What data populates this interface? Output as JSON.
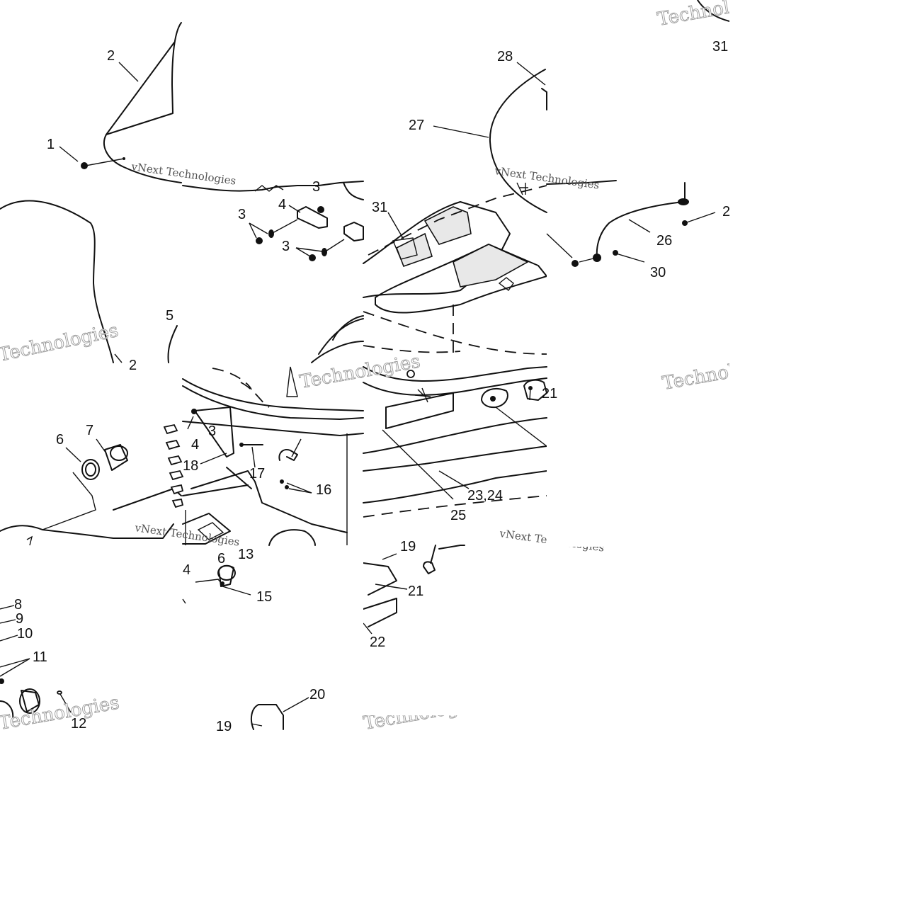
{
  "watermark": {
    "primary": "Technologies",
    "secondary": "vNext Technologies"
  },
  "callouts": [
    {
      "id": "c2",
      "text": "2"
    },
    {
      "id": "c1",
      "text": "1"
    },
    {
      "id": "c3a",
      "text": "3"
    },
    {
      "id": "c3b",
      "text": "3"
    },
    {
      "id": "c4a",
      "text": "4"
    },
    {
      "id": "c3c",
      "text": "3"
    },
    {
      "id": "c5",
      "text": "5"
    },
    {
      "id": "c28",
      "text": "28"
    },
    {
      "id": "c27",
      "text": "27"
    },
    {
      "id": "c31a",
      "text": "31"
    },
    {
      "id": "c31b",
      "text": "31"
    },
    {
      "id": "c26",
      "text": "26"
    },
    {
      "id": "c30",
      "text": "30"
    },
    {
      "id": "c2b",
      "text": "2"
    },
    {
      "id": "c6a",
      "text": "6"
    },
    {
      "id": "c7",
      "text": "7"
    },
    {
      "id": "c3d",
      "text": "3"
    },
    {
      "id": "c4b",
      "text": "4"
    },
    {
      "id": "c18",
      "text": "18"
    },
    {
      "id": "c17",
      "text": "17"
    },
    {
      "id": "c16",
      "text": "16"
    },
    {
      "id": "c21a",
      "text": "21"
    },
    {
      "id": "c2324",
      "text": "23,24"
    },
    {
      "id": "c25",
      "text": "25"
    },
    {
      "id": "c13",
      "text": "13"
    },
    {
      "id": "c6b",
      "text": "6"
    },
    {
      "id": "c4c",
      "text": "4"
    },
    {
      "id": "c15",
      "text": "15"
    },
    {
      "id": "c8",
      "text": "8"
    },
    {
      "id": "c9",
      "text": "9"
    },
    {
      "id": "c10",
      "text": "10"
    },
    {
      "id": "c11",
      "text": "11"
    },
    {
      "id": "c12",
      "text": "12"
    },
    {
      "id": "c19a",
      "text": "19"
    },
    {
      "id": "c20",
      "text": "20"
    },
    {
      "id": "c19b",
      "text": "19"
    },
    {
      "id": "c21b",
      "text": "21"
    },
    {
      "id": "c22",
      "text": "22"
    },
    {
      "id": "c2c",
      "text": "2"
    }
  ]
}
